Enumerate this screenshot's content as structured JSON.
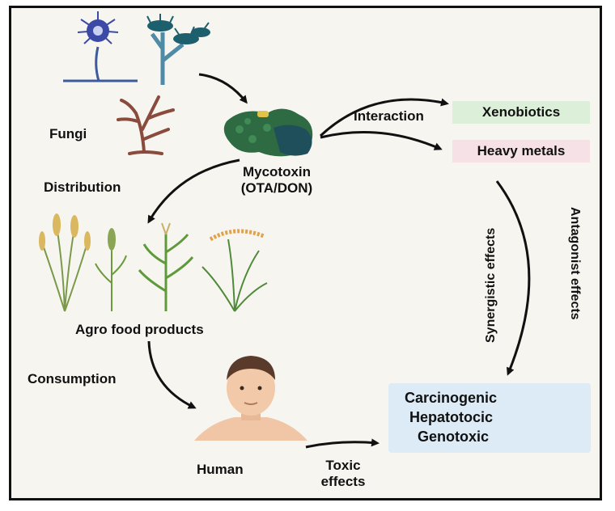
{
  "nodes": {
    "fungi": "Fungi",
    "mycotoxin_line1": "Mycotoxin",
    "mycotoxin_line2": "(OTA/DON)",
    "distribution": "Distribution",
    "interaction": "Interaction",
    "xenobiotics": "Xenobiotics",
    "heavy_metals": "Heavy metals",
    "agro": "Agro food products",
    "consumption": "Consumption",
    "human": "Human",
    "toxic_line1": "Toxic",
    "toxic_line2": "effects",
    "synergistic": "Synergistic effects",
    "antagonist": "Antagonist effects"
  },
  "effects": [
    "Carcinogenic",
    "Hepatotocic",
    "Genotoxic"
  ],
  "colors": {
    "xenobiotics_bg": "#dcefd8",
    "heavy_metals_bg": "#f6e1e6",
    "effects_bg": "#dcebf5",
    "biohazard": "#b5651d"
  },
  "icons": [
    "fungus-mold-icon",
    "mycotoxin-molecule-icon",
    "crop-plants-icon",
    "human-face-icon",
    "biohazard-icon"
  ]
}
